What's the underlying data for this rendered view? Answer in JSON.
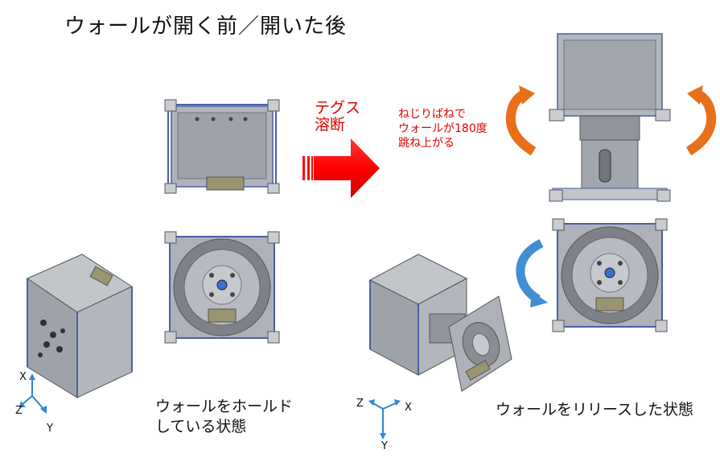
{
  "title": "ウォールが開く前／開いた後",
  "cut_label": {
    "line1": "テグス",
    "line2": "溶断"
  },
  "spring_label": {
    "line1": "ねじりばねで",
    "line2": "ウォールが180度",
    "line3": "跳ね上がる"
  },
  "caption_hold": {
    "line1": "ウォールをホールド",
    "line2": "している状態"
  },
  "caption_release": "ウォールをリリースした状態",
  "axes_left": {
    "x": "X",
    "y": "Y",
    "z": "Z"
  },
  "axes_right": {
    "x": "X",
    "y": "Y",
    "z": "Z"
  },
  "colors": {
    "arrow_red": "#ff0000",
    "rotate_orange": "#e8701a",
    "rotate_blue": "#3f8fd2",
    "part_gray": "#a9adb3",
    "frame_blue": "#4a5fa5"
  }
}
